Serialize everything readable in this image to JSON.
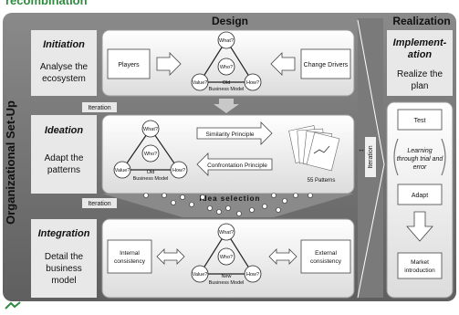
{
  "header": {
    "partial_title": "recombination"
  },
  "sections": {
    "design": "Design",
    "realization": "Realization",
    "setup": "Organizational Set-Up"
  },
  "phases": {
    "initiation": {
      "title": "Initiation",
      "desc": [
        "Analyse the",
        "ecosystem"
      ]
    },
    "ideation": {
      "title": "Ideation",
      "desc": [
        "Adapt the",
        "patterns"
      ]
    },
    "integration": {
      "title": "Integration",
      "desc": [
        "Detail the",
        "business",
        "model"
      ]
    },
    "implementation": {
      "title": [
        "Implement-",
        "ation"
      ],
      "desc": [
        "Realize the",
        "plan"
      ]
    }
  },
  "row1": {
    "left": "Players",
    "right": "Change Drivers",
    "model_caption": [
      "Old",
      "Business Model"
    ]
  },
  "row2": {
    "model_caption": [
      "Old",
      "Business Model"
    ],
    "principle_top": "Similarity Principle",
    "principle_bottom": "Confrontation Principle",
    "patterns": "55 Patterns",
    "idea_selection": "Idea selection"
  },
  "row3": {
    "left": [
      "Internal",
      "consistency"
    ],
    "right": [
      "External",
      "consistency"
    ],
    "model_caption": [
      "New",
      "Business Model"
    ]
  },
  "triangle": {
    "top": "What?",
    "center": "Who?",
    "left": "Value?",
    "right": "How?"
  },
  "iteration": "Iteration",
  "realization_steps": {
    "test": "Test",
    "learning": [
      "Learning",
      "through trial and",
      "error"
    ],
    "adapt": "Adapt",
    "market": [
      "Market",
      "introduction"
    ]
  },
  "colors": {
    "title_green": "#2e8b3e",
    "dark_panel": "#6e6e6e",
    "light_panel": "#ececec",
    "arrow_grey": "#c8c8c8"
  }
}
